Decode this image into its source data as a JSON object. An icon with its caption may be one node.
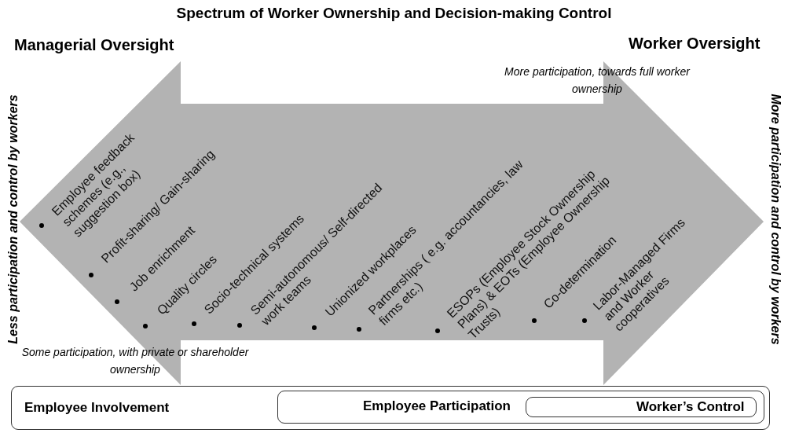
{
  "diagram": {
    "title": "Spectrum of Worker Ownership and Decision-making Control",
    "nodes": [
      {
        "text": [
          "Employee feedback schemes (e.g., suggestion box)",
          "Profit-sharing/ Gain-sharing",
          "Job enrichment",
          "Quality circles",
          "Socio-technical systems",
          "Semi-autonomous/ Self-directed work teams",
          "Unionized workplaces",
          "Partnerships ( e.g. accountancies,  law firms etc.)",
          "ESOPs (Employee Stock Ownership Plans) & EOTs (Employee Ownership Trusts)",
          "Co-determination",
          "Labor-Managed Firms and Worker cooperatives"
        ]
      },
      {
        "text": [
          "Employee Involvement"
        ]
      },
      {
        "text": [
          "Employee Participation"
        ],
        "in": 1
      },
      {
        "text": [
          "Worker’s Control"
        ],
        "in": 2
      }
    ],
    "labels": [
      "Managerial Oversight",
      "Worker Oversight",
      "More participation, towards full worker ownership",
      "Less participation and control by workers",
      "More participation and control by workers",
      "Some participation, with private or shareholder ownership"
    ]
  }
}
